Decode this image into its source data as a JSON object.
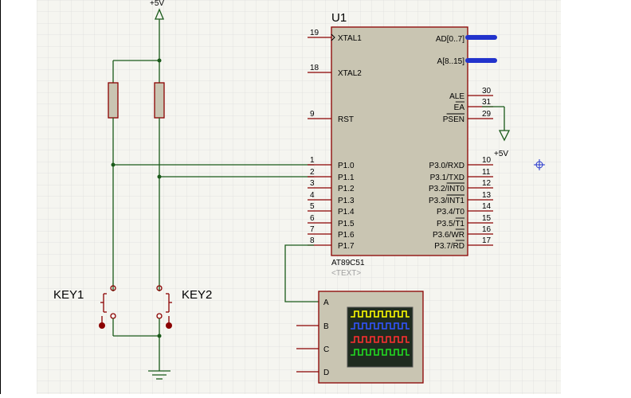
{
  "power": {
    "top_rail": "+5V",
    "ea_rail": "+5V"
  },
  "mcu": {
    "ref": "U1",
    "part": "AT89C51",
    "text_placeholder": "<TEXT>",
    "left_pins": [
      {
        "num": "19",
        "name": "XTAL1"
      },
      {
        "num": "18",
        "name": "XTAL2"
      },
      {
        "num": "9",
        "name": "RST"
      },
      {
        "num": "1",
        "name": "P1.0"
      },
      {
        "num": "2",
        "name": "P1.1"
      },
      {
        "num": "3",
        "name": "P1.2"
      },
      {
        "num": "4",
        "name": "P1.3"
      },
      {
        "num": "5",
        "name": "P1.4"
      },
      {
        "num": "6",
        "name": "P1.5"
      },
      {
        "num": "7",
        "name": "P1.6"
      },
      {
        "num": "8",
        "name": "P1.7"
      }
    ],
    "right_bus": [
      {
        "name": "AD[0..7]"
      },
      {
        "name": "A[8..15]"
      }
    ],
    "right_pins": [
      {
        "num": "30",
        "name": "ALE"
      },
      {
        "num": "31",
        "name": "EA"
      },
      {
        "num": "29",
        "name": "PSEN"
      },
      {
        "num": "10",
        "name": "P3.0/RXD"
      },
      {
        "num": "11",
        "name": "P3.1/TXD"
      },
      {
        "num": "12",
        "name": "P3.2/INT0"
      },
      {
        "num": "13",
        "name": "P3.3/INT1"
      },
      {
        "num": "14",
        "name": "P3.4/T0"
      },
      {
        "num": "15",
        "name": "P3.5/T1"
      },
      {
        "num": "16",
        "name": "P3.6/WR"
      },
      {
        "num": "17",
        "name": "P3.7/RD"
      }
    ]
  },
  "keys": [
    {
      "label": "KEY1"
    },
    {
      "label": "KEY2"
    }
  ],
  "scope": {
    "channels": [
      "A",
      "B",
      "C",
      "D"
    ],
    "trace_colors": [
      "#ffff00",
      "#3355ff",
      "#ff3030",
      "#22dd22"
    ]
  },
  "colors": {
    "grid_bg": "#f5f5f0",
    "grid_line": "#dedede",
    "chip_fill": "#c9c5b2",
    "chip_border": "#8b0000",
    "wire": "#1a5a1a",
    "bus": "#2233cc"
  }
}
